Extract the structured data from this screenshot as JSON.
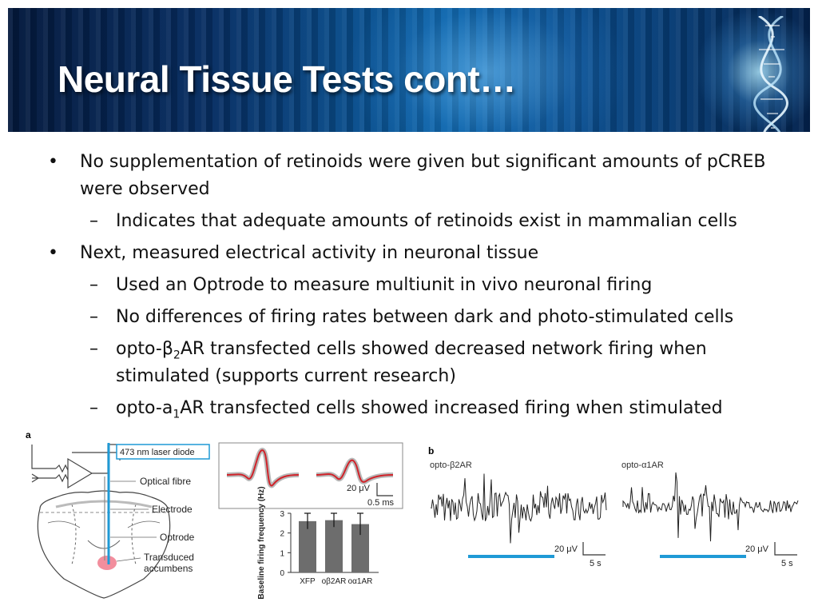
{
  "slide": {
    "title": "Neural Tissue Tests cont…"
  },
  "bullets": [
    {
      "level": 1,
      "marker": "•",
      "text": "No supplementation of retinoids were given but significant amounts of pCREB were observed"
    },
    {
      "level": 2,
      "marker": "–",
      "text": "Indicates that adequate amounts of retinoids exist in mammalian cells"
    },
    {
      "level": 1,
      "marker": "•",
      "text": "Next, measured electrical activity in neuronal tissue"
    },
    {
      "level": 2,
      "marker": "–",
      "text": "Used an Optrode to measure multiunit in vivo neuronal firing"
    },
    {
      "level": 2,
      "marker": "–",
      "text": "No differences of firing rates between dark and photo-stimulated cells"
    },
    {
      "level": 2,
      "marker": "–",
      "pre": "opto-β",
      "sub": "2",
      "post": "AR transfected cells showed decreased network firing when stimulated (supports current research)"
    },
    {
      "level": 2,
      "marker": "–",
      "pre": "opto-a",
      "sub": "1",
      "post": "AR transfected cells showed increased firing when stimulated"
    }
  ],
  "figure": {
    "panel_a_label": "a",
    "panel_b_label": "b",
    "diagram_labels": {
      "laser": "473 nm laser diode",
      "fibre": "Optical fibre",
      "electrode": "Electrode",
      "optrode": "Optrode",
      "transduced_1": "Transduced",
      "transduced_2": "accumbens"
    },
    "waveform_scale": {
      "amp": "20 μV",
      "time": "0.5 ms"
    },
    "trace_labels": {
      "left": "opto-β2AR",
      "right": "opto-α1AR"
    },
    "trace_scale": {
      "left_amp": "20 μV",
      "left_time": "5 s",
      "right_amp": "20 μV",
      "right_time": "5 s"
    },
    "colors": {
      "stim_bar": "#1f9ad6",
      "mean_waveform": "#d0232a"
    }
  },
  "chart_data": {
    "type": "bar",
    "categories": [
      "XFP",
      "oβ2AR",
      "oα1AR"
    ],
    "values": [
      2.6,
      2.65,
      2.45
    ],
    "errors": [
      0.4,
      0.35,
      0.55
    ],
    "ylabel": "Baseline firing frequency (Hz)",
    "yticks": [
      0,
      1,
      2,
      3
    ],
    "ylim": [
      0,
      3
    ]
  }
}
